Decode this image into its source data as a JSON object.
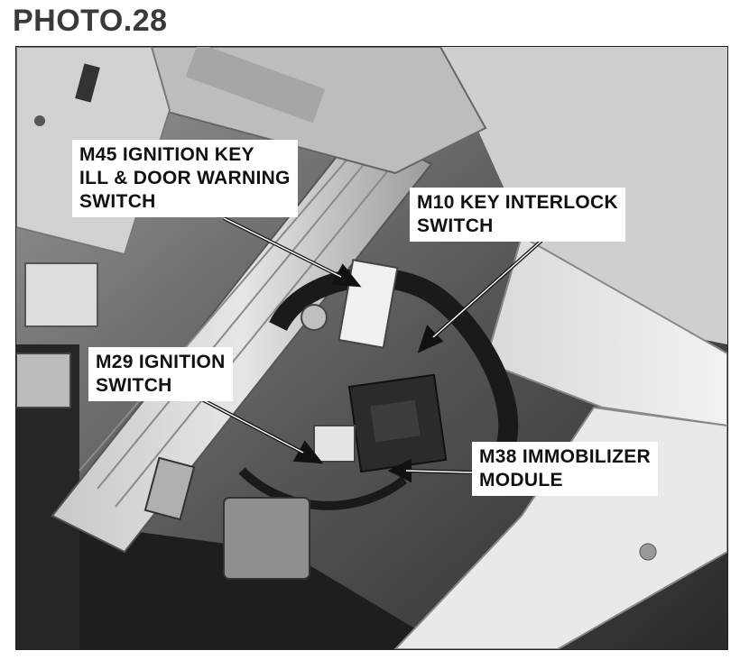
{
  "title": "PHOTO.28",
  "callouts": {
    "m45": "M45 IGNITION KEY\nILL & DOOR WARNING\nSWITCH",
    "m10": "M10 KEY INTERLOCK\nSWITCH",
    "m29": "M29 IGNITION\nSWITCH",
    "m38": "M38 IMMOBILIZER\nMODULE"
  }
}
